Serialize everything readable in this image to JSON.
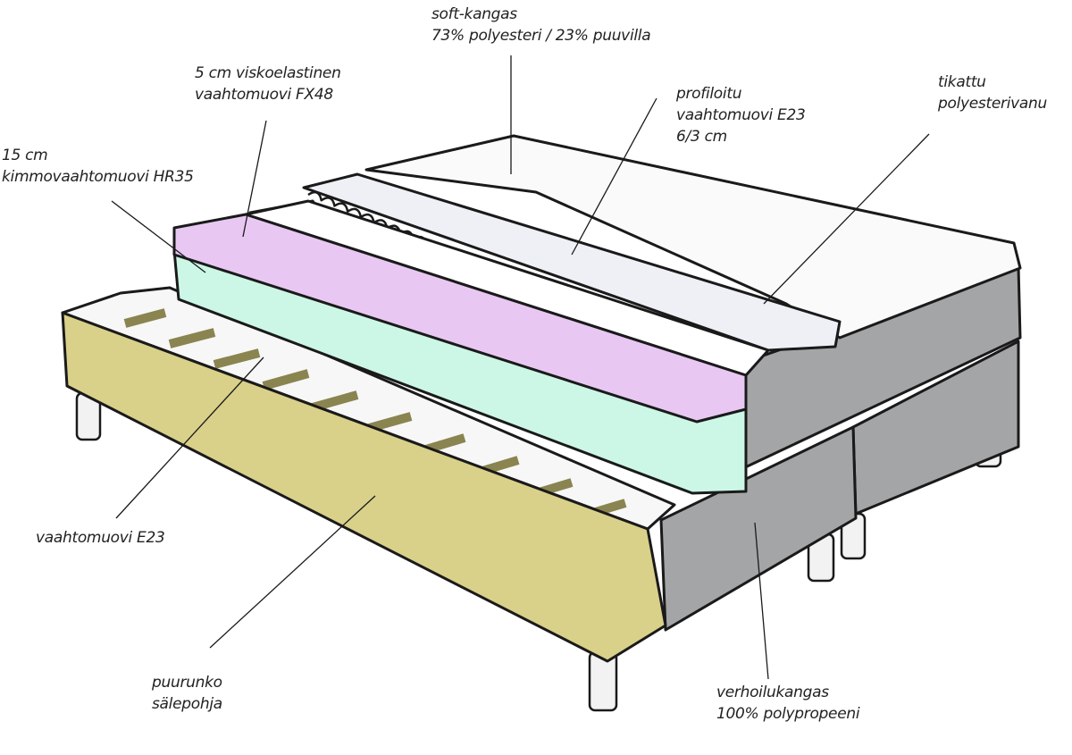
{
  "labels": {
    "soft_fabric": {
      "line1": "soft-kangas",
      "line2": "73% polyesteri / 23% puuvilla"
    },
    "visco_foam": {
      "line1": "5 cm viskoelastinen",
      "line2": "vaahtomuovi FX48"
    },
    "profiled_foam": {
      "line1": "profiloitu",
      "line2": "vaahtomuovi E23",
      "line3": "6/3 cm"
    },
    "quilted_wadding": {
      "line1": "tikattu",
      "line2": "polyesterivanu"
    },
    "hr_foam": {
      "line1": "15 cm",
      "line2": "kimmovaahtomuovi HR35"
    },
    "base_foam": {
      "line1": "vaahtomuovi E23"
    },
    "frame": {
      "line1": "puurunko",
      "line2": "sälepohja"
    },
    "upholstery": {
      "line1": "verhoilukangas",
      "line2": "100% polypropeeni"
    }
  },
  "colors": {
    "visco": "#e8c8f2",
    "hr_foam": "#ccf7e6",
    "frame": "#d9d08a",
    "upholstery": "#9a9c9e",
    "topper": "#eef0f6",
    "outline": "#1a1a1a"
  }
}
